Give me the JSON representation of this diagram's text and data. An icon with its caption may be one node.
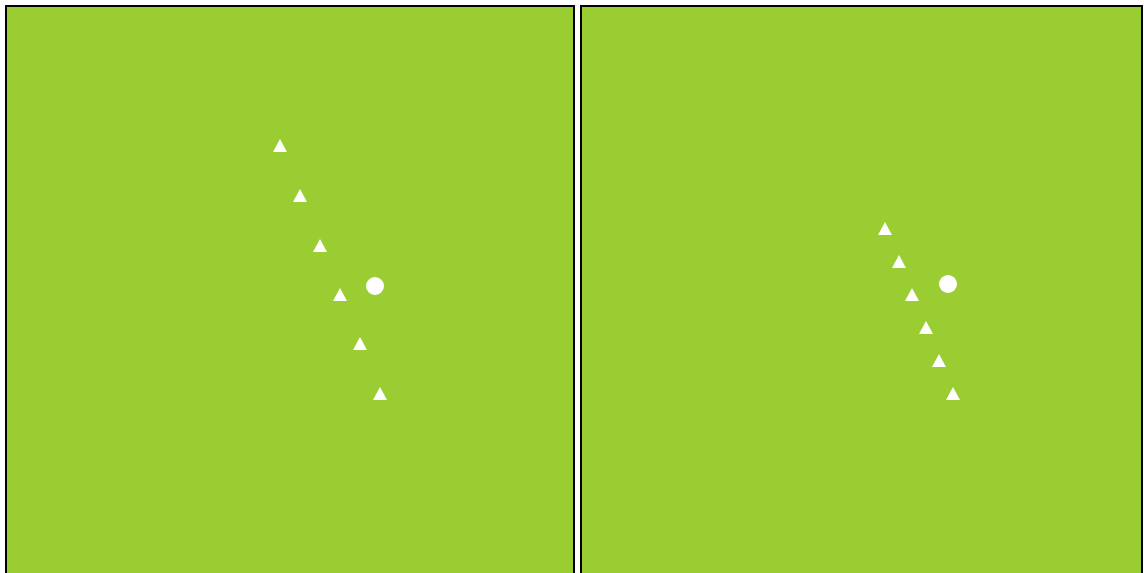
{
  "diagram": {
    "nodes": [
      {
        "text": [],
        "shape": "box"
      },
      {
        "text": [],
        "shape": "triangle",
        "in": 0
      },
      {
        "text": [],
        "shape": "triangle",
        "in": 0
      },
      {
        "text": [],
        "shape": "triangle",
        "in": 0
      },
      {
        "text": [],
        "shape": "circle",
        "in": 0
      },
      {
        "text": [],
        "shape": "triangle",
        "in": 0
      },
      {
        "text": [],
        "shape": "triangle",
        "in": 0
      },
      {
        "text": [],
        "shape": "triangle",
        "in": 0
      },
      {
        "text": [],
        "shape": "box"
      },
      {
        "text": [],
        "shape": "triangle",
        "in": 8
      },
      {
        "text": [],
        "shape": "triangle",
        "in": 8
      },
      {
        "text": [],
        "shape": "circle",
        "in": 8
      },
      {
        "text": [],
        "shape": "triangle",
        "in": 8
      },
      {
        "text": [],
        "shape": "triangle",
        "in": 8
      },
      {
        "text": [],
        "shape": "triangle",
        "in": 8
      },
      {
        "text": [],
        "shape": "triangle",
        "in": 8
      }
    ]
  }
}
